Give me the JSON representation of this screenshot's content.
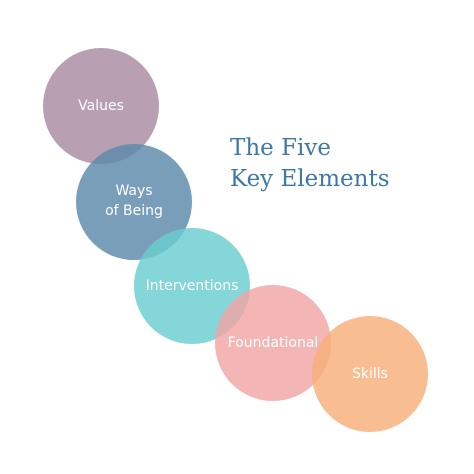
{
  "title": {
    "line1": "The Five",
    "line2": "Key Elements"
  },
  "elements": [
    {
      "label_line1": "Values",
      "label_line2": "",
      "color": "#a98aa1"
    },
    {
      "label_line1": "Ways",
      "label_line2": "of Being",
      "color": "#5b89a9"
    },
    {
      "label_line1": "Interventions",
      "label_line2": "",
      "color": "#69cdd0"
    },
    {
      "label_line1": "Foundational",
      "label_line2": "",
      "color": "#f2a5a5"
    },
    {
      "label_line1": "Skills",
      "label_line2": "",
      "color": "#f7ae79"
    }
  ]
}
